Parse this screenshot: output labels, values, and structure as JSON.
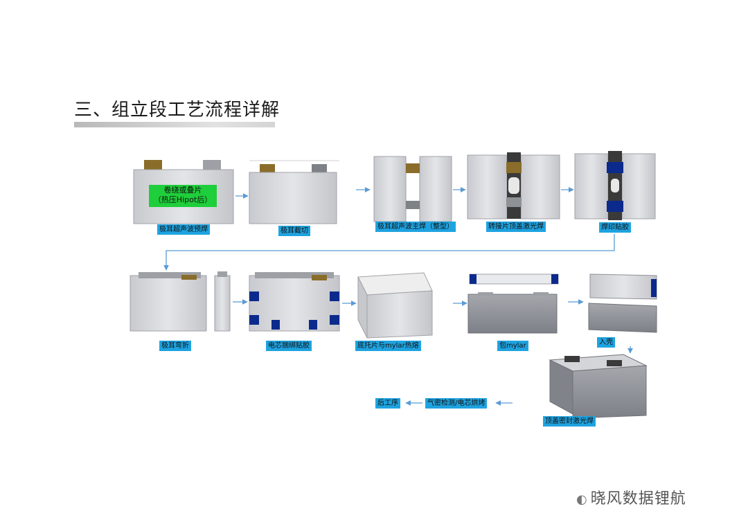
{
  "page": {
    "title": "三、组立段工艺流程详解",
    "watermark": "晓风数据锂航"
  },
  "diagram": {
    "green_box_lines": [
      "卷绕或叠片",
      "（热压Hipot后）"
    ],
    "steps": [
      "极耳超声波预焊",
      "极耳截切",
      "极耳超声波主焊（整型）",
      "转接片顶盖激光焊",
      "焊印贴胶",
      "极耳弯折",
      "电芯捆绑贴胶",
      "底托片与mylar热熔",
      "包mylar",
      "入壳",
      "顶盖密封激光焊",
      "气密检测/电芯烘烤",
      "后工序"
    ],
    "colors": {
      "label_bg": "#1fa3e0",
      "arrow": "#5b9bd5",
      "cell_face": "#dcdde1",
      "tab_gold": "#8a6d2a",
      "tape_blue": "#0b2a8c"
    }
  }
}
